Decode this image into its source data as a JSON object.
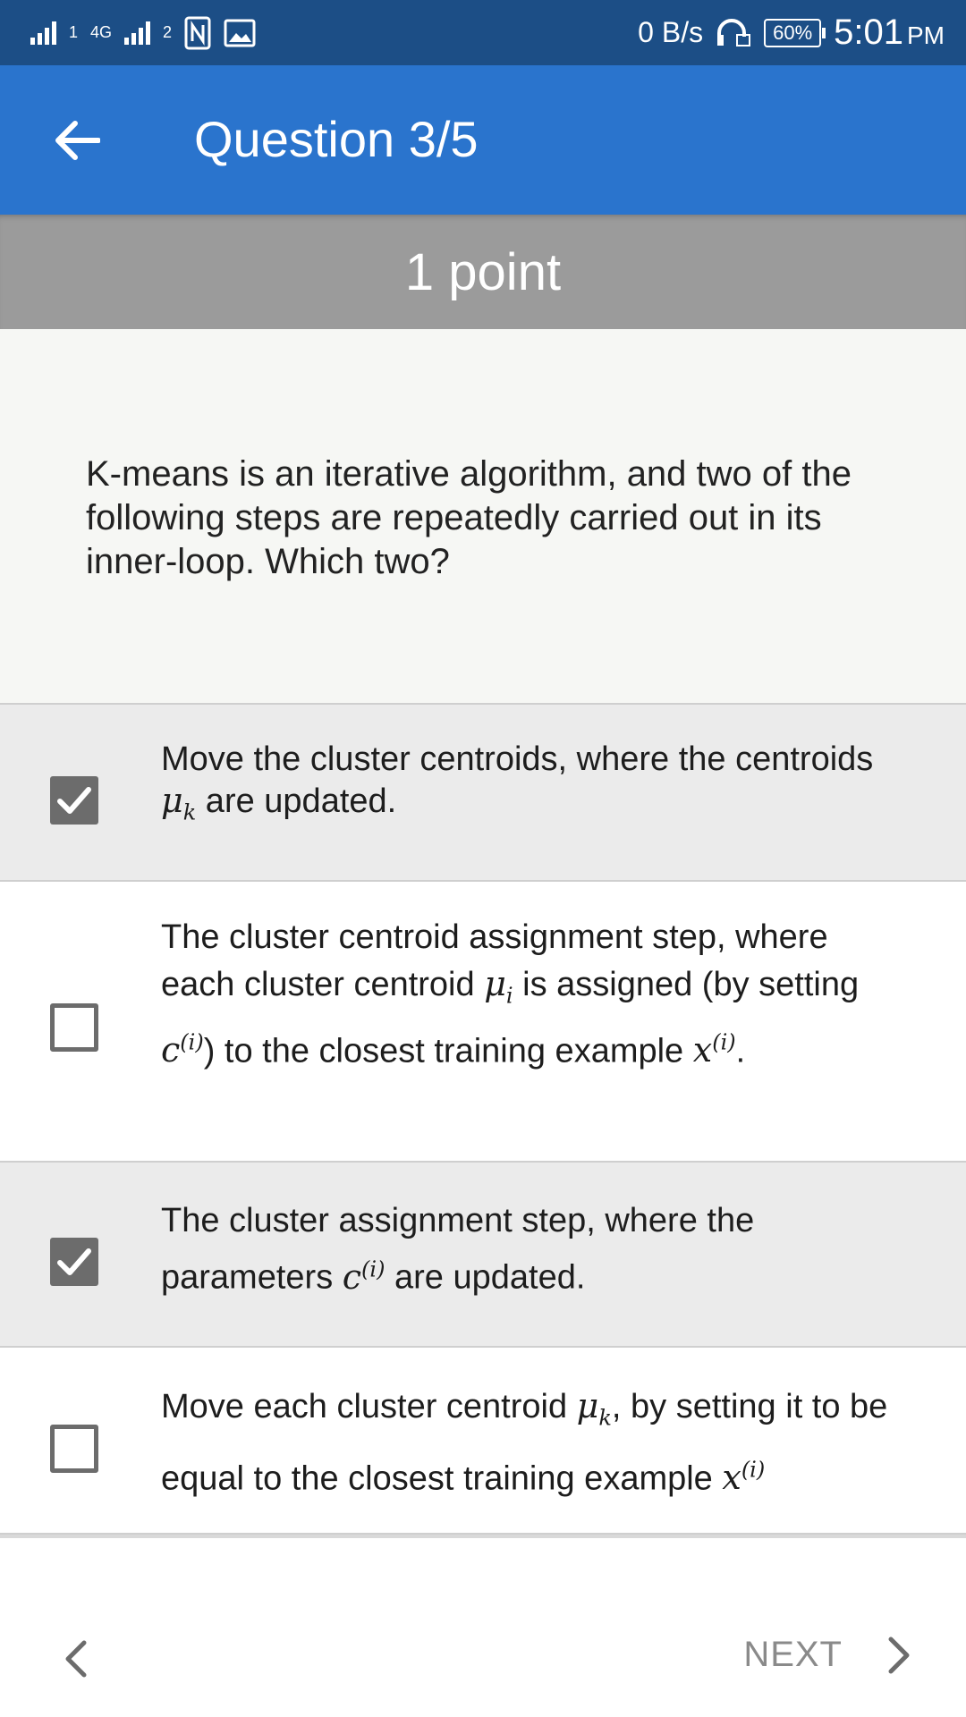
{
  "status_bar": {
    "network_type": "4G",
    "sim1_label": "1",
    "sim2_label": "2",
    "net_speed": "0 B/s",
    "battery": "60%",
    "time": "5:01",
    "ampm": "PM",
    "icons": [
      "signal-icon",
      "signal-icon",
      "nfc-icon",
      "image-icon",
      "headset-icon",
      "battery-icon"
    ]
  },
  "app_bar": {
    "back_icon": "arrow-left-icon",
    "title": "Question 3/5"
  },
  "points_label": "1 point",
  "question": {
    "text": "K-means is an iterative algorithm, and two of the following steps are repeatedly carried out in its inner-loop. Which two?"
  },
  "options": [
    {
      "checked": true,
      "pre": "Move the cluster centroids, where the centroids ",
      "var1": "μ",
      "var1_sub": "k",
      "post": " are updated."
    },
    {
      "checked": false,
      "pre": "The cluster centroid assignment step, where each cluster centroid ",
      "var1": "μ",
      "var1_sub": "i",
      "mid": " is assigned (by setting ",
      "var2": "c",
      "var2_sup": "(i)",
      "mid2": ") to the closest training example ",
      "var3": "x",
      "var3_sup": "(i)",
      "post": "."
    },
    {
      "checked": true,
      "pre": "The cluster assignment step, where the parameters ",
      "var1": "c",
      "var1_sup": "(i)",
      "post": " are updated."
    },
    {
      "checked": false,
      "pre": "Move each cluster centroid ",
      "var1": "μ",
      "var1_sub": "k",
      "mid": ", by setting it to be equal to the closest training example ",
      "var2": "x",
      "var2_sup": "(i)"
    }
  ],
  "navigation": {
    "prev_icon": "chevron-left-icon",
    "next_label": "NEXT",
    "next_icon": "chevron-right-icon"
  },
  "colors": {
    "status_bar": "#1c4e86",
    "app_bar": "#2a74cd",
    "points_bar": "#9b9b9b",
    "checkbox": "#6c6c6c",
    "selected_row": "#ebebeb"
  }
}
